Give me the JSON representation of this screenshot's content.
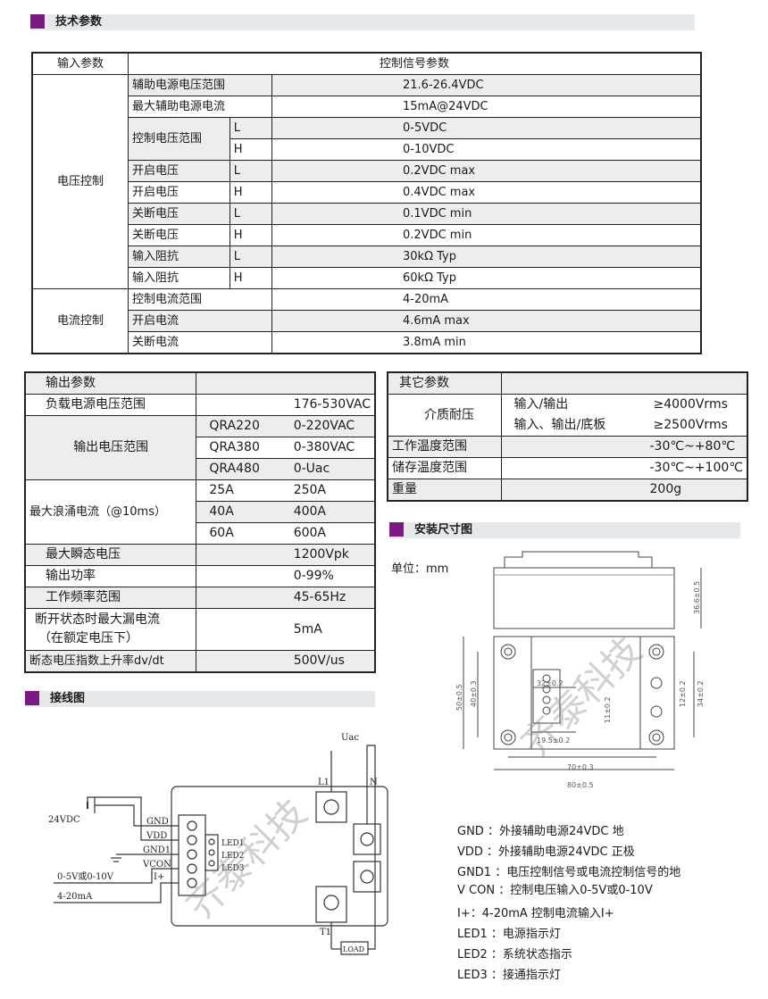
{
  "sections": {
    "tech": "技术参数",
    "mount": "安装尺寸图",
    "wiring": "接线图"
  },
  "control_table": {
    "head_left": "输入参数",
    "head_right": "控制信号参数",
    "group_voltage": "电压控制",
    "group_current": "电流控制",
    "rows": [
      {
        "name": "辅助电源电压范围",
        "lh": "",
        "value": "21.6-26.4VDC"
      },
      {
        "name": "最大辅助电源电流",
        "lh": "",
        "value": "15mA@24VDC"
      },
      {
        "name": "控制电压范围",
        "lh": "L",
        "value": "0-5VDC"
      },
      {
        "name": "",
        "lh": "H",
        "value": "0-10VDC"
      },
      {
        "name": "开启电压",
        "lh": "L",
        "value": "0.2VDC max"
      },
      {
        "name": "开启电压",
        "lh": "H",
        "value": "0.4VDC max"
      },
      {
        "name": "关断电压",
        "lh": "L",
        "value": "0.1VDC min"
      },
      {
        "name": "关断电压",
        "lh": "H",
        "value": "0.2VDC min"
      },
      {
        "name": "输入阻抗",
        "lh": "L",
        "value": "30kΩ Typ"
      },
      {
        "name": "输入阻抗",
        "lh": "H",
        "value": "60kΩ Typ"
      },
      {
        "name": "控制电流范围",
        "lh": "",
        "value": "4-20mA"
      },
      {
        "name": "开启电流",
        "lh": "",
        "value": "4.6mA max"
      },
      {
        "name": "关断电流",
        "lh": "",
        "value": "3.8mA min"
      }
    ]
  },
  "output_table": {
    "head": "输出参数",
    "load_voltage": {
      "name": "负载电源电压范围",
      "value": "176-530VAC"
    },
    "output_voltage": {
      "name": "输出电压范围",
      "rows": [
        [
          "QRA220",
          "0-220VAC"
        ],
        [
          "QRA380",
          "0-380VAC"
        ],
        [
          "QRA480",
          "0-Uac"
        ]
      ]
    },
    "surge": {
      "name": "最大浪涌电流（@10ms）",
      "rows": [
        [
          "25A",
          "250A"
        ],
        [
          "40A",
          "400A"
        ],
        [
          "60A",
          "600A"
        ]
      ]
    },
    "transient": {
      "name": "最大瞬态电压",
      "value": "1200Vpk"
    },
    "power": {
      "name": "输出功率",
      "value": "0-99%"
    },
    "freq": {
      "name": "工作频率范围",
      "value": "45-65Hz"
    },
    "leak_1": "断开状态时最大漏电流",
    "leak_2": "（在额定电压下）",
    "leak_value": "5mA",
    "dvdt": {
      "name": "断态电压指数上升率dv/dt",
      "value": "500V/us"
    }
  },
  "other_table": {
    "head": "其它参数",
    "isolation": "介质耐压",
    "iso_rows": [
      [
        "输入/输出",
        "≥4000Vrms"
      ],
      [
        "输入、输出/底板",
        "≥2500Vrms"
      ]
    ],
    "rows": [
      [
        "工作温度范围",
        "-30℃~+80℃"
      ],
      [
        "储存温度范围",
        "-30℃~+100℃"
      ],
      [
        "重量",
        "200g"
      ]
    ]
  },
  "mount": {
    "unit": "单位：mm",
    "dims": {
      "h": "36.6±0.5",
      "w80": "80±0.5",
      "w70": "70±0.3",
      "h50": "50±0.5",
      "h40": "40±0.3",
      "d32": "32±0.2",
      "d11": "11±0.2",
      "d19": "19.5±0.2",
      "d12": "12±0.2",
      "d34": "34±0.2"
    },
    "watermark": "齐泰科技"
  },
  "wiring": {
    "uac": "Uac",
    "l1": "L1",
    "n": "N",
    "t1": "T1",
    "load": "LOAD",
    "v24": "24VDC",
    "gnd": "GND",
    "vdd": "VDD",
    "gnd1": "GND1",
    "vcon": "VCON",
    "iplus": "I+",
    "led1": "LED1",
    "led2": "LED2",
    "led3": "LED3",
    "in1": "0-5V或0-10V",
    "in2": "4-20mA",
    "watermark": "齐泰科技"
  },
  "legend": [
    "GND ：外接辅助电源24VDC  地",
    "VDD ：外接辅助电源24VDC  正极",
    "GND1  ：电压控制信号或电流控制信号的地",
    "V CON ：控制电压输入0-5V或0-10V",
    "I+：4-20mA 控制电流输入I+",
    "LED1 ：电源指示灯",
    "LED2 ：系统状态指示",
    "LED3 ：接通指示灯"
  ]
}
